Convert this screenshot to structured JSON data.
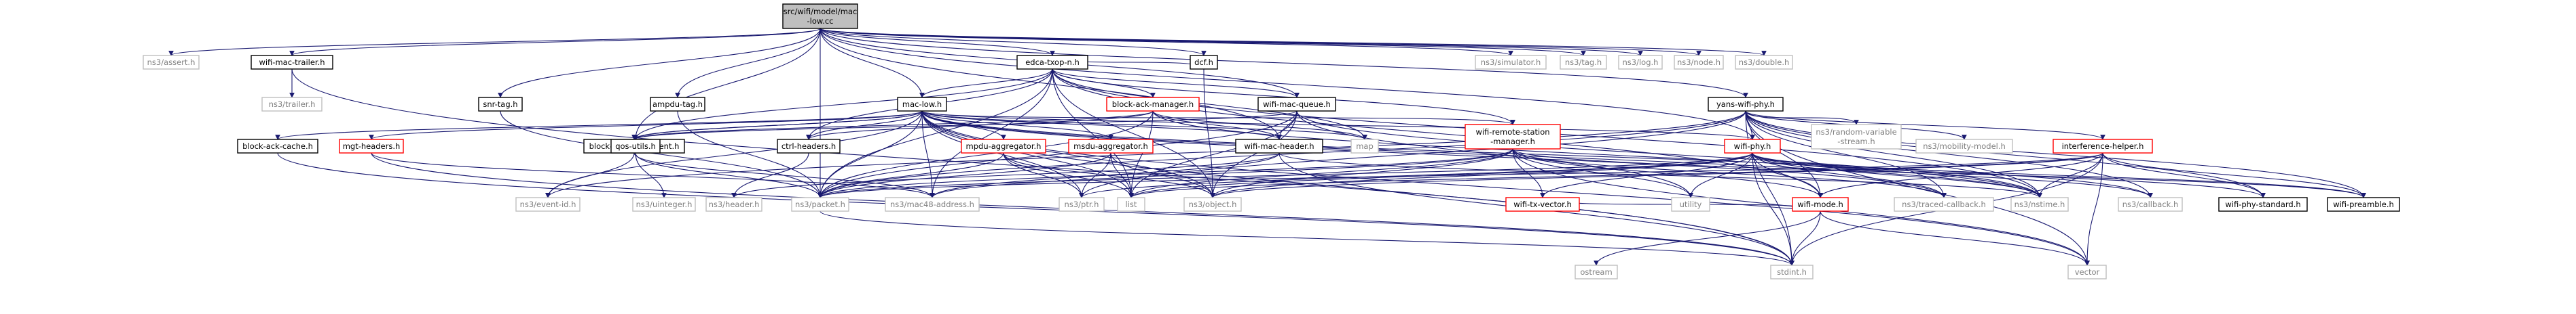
{
  "graph_title": "src/wifi/model/mac-low.cc",
  "colors": {
    "root_fill": "#bfbfbf",
    "root_border": "#000000",
    "documented_border": "#000000",
    "undocumented_border": "#bfbfbf",
    "undocumented_text": "#808080",
    "has_more_border": "#ff0000",
    "edge_color": "#191970"
  },
  "nodes": [
    {
      "id": "root",
      "lines": [
        "src/wifi/model/mac",
        "-low.cc"
      ],
      "kind": "root"
    },
    {
      "id": "ns3-assert",
      "lines": [
        "ns3/assert.h"
      ],
      "kind": "external"
    },
    {
      "id": "wifi-mac-trailer",
      "lines": [
        "wifi-mac-trailer.h"
      ],
      "kind": "documented"
    },
    {
      "id": "ns3-trailer",
      "lines": [
        "ns3/trailer.h"
      ],
      "kind": "external"
    },
    {
      "id": "snr-tag",
      "lines": [
        "snr-tag.h"
      ],
      "kind": "documented"
    },
    {
      "id": "ampdu-tag",
      "lines": [
        "ampdu-tag.h"
      ],
      "kind": "documented"
    },
    {
      "id": "edca-txop-n",
      "lines": [
        "edca-txop-n.h"
      ],
      "kind": "documented"
    },
    {
      "id": "mac-low",
      "lines": [
        "mac-low.h"
      ],
      "kind": "documented"
    },
    {
      "id": "block-ack-manager",
      "lines": [
        "block-ack-manager.h"
      ],
      "kind": "truncated"
    },
    {
      "id": "dcf",
      "lines": [
        "dcf.h"
      ],
      "kind": "documented"
    },
    {
      "id": "wifi-mac-queue",
      "lines": [
        "wifi-mac-queue.h"
      ],
      "kind": "documented"
    },
    {
      "id": "ns3-simulator",
      "lines": [
        "ns3/simulator.h"
      ],
      "kind": "external"
    },
    {
      "id": "ns3-tag",
      "lines": [
        "ns3/tag.h"
      ],
      "kind": "external"
    },
    {
      "id": "ns3-log",
      "lines": [
        "ns3/log.h"
      ],
      "kind": "external"
    },
    {
      "id": "ns3-node",
      "lines": [
        "ns3/node.h"
      ],
      "kind": "external"
    },
    {
      "id": "ns3-double",
      "lines": [
        "ns3/double.h"
      ],
      "kind": "external"
    },
    {
      "id": "yans-wifi-phy",
      "lines": [
        "yans-wifi-phy.h"
      ],
      "kind": "documented"
    },
    {
      "id": "block-ack-cache",
      "lines": [
        "block-ack-cache.h"
      ],
      "kind": "documented"
    },
    {
      "id": "mgt-headers",
      "lines": [
        "mgt-headers.h"
      ],
      "kind": "truncated"
    },
    {
      "id": "block-ack-agreement",
      "lines": [
        "block-ack-agreement.h"
      ],
      "kind": "documented"
    },
    {
      "id": "qos-utils",
      "lines": [
        "qos-utils.h"
      ],
      "kind": "documented"
    },
    {
      "id": "ctrl-headers",
      "lines": [
        "ctrl-headers.h"
      ],
      "kind": "documented"
    },
    {
      "id": "mpdu-aggregator",
      "lines": [
        "mpdu-aggregator.h"
      ],
      "kind": "truncated"
    },
    {
      "id": "msdu-aggregator",
      "lines": [
        "msdu-aggregator.h"
      ],
      "kind": "truncated"
    },
    {
      "id": "map",
      "lines": [
        "map"
      ],
      "kind": "external"
    },
    {
      "id": "wifi-mac-header",
      "lines": [
        "wifi-mac-header.h"
      ],
      "kind": "documented"
    },
    {
      "id": "wifi-remote-station-manager",
      "lines": [
        "wifi-remote-station",
        "-manager.h"
      ],
      "kind": "truncated"
    },
    {
      "id": "wifi-phy",
      "lines": [
        "wifi-phy.h"
      ],
      "kind": "truncated"
    },
    {
      "id": "ns3-random-variable-stream",
      "lines": [
        "ns3/random-variable",
        "-stream.h"
      ],
      "kind": "external"
    },
    {
      "id": "ns3-mobility-model",
      "lines": [
        "ns3/mobility-model.h"
      ],
      "kind": "external"
    },
    {
      "id": "interference-helper",
      "lines": [
        "interference-helper.h"
      ],
      "kind": "truncated"
    },
    {
      "id": "ns3-event-id",
      "lines": [
        "ns3/event-id.h"
      ],
      "kind": "external"
    },
    {
      "id": "ns3-uinteger",
      "lines": [
        "ns3/uinteger.h"
      ],
      "kind": "external"
    },
    {
      "id": "ns3-header",
      "lines": [
        "ns3/header.h"
      ],
      "kind": "external"
    },
    {
      "id": "ns3-packet",
      "lines": [
        "ns3/packet.h"
      ],
      "kind": "external"
    },
    {
      "id": "ns3-mac48-address",
      "lines": [
        "ns3/mac48-address.h"
      ],
      "kind": "external"
    },
    {
      "id": "ns3-ptr",
      "lines": [
        "ns3/ptr.h"
      ],
      "kind": "external"
    },
    {
      "id": "list",
      "lines": [
        "list"
      ],
      "kind": "external"
    },
    {
      "id": "ns3-object",
      "lines": [
        "ns3/object.h"
      ],
      "kind": "external"
    },
    {
      "id": "wifi-tx-vector",
      "lines": [
        "wifi-tx-vector.h"
      ],
      "kind": "truncated"
    },
    {
      "id": "utility",
      "lines": [
        "utility"
      ],
      "kind": "external"
    },
    {
      "id": "wifi-mode",
      "lines": [
        "wifi-mode.h"
      ],
      "kind": "truncated"
    },
    {
      "id": "ns3-traced-callback",
      "lines": [
        "ns3/traced-callback.h"
      ],
      "kind": "external"
    },
    {
      "id": "ns3-nstime",
      "lines": [
        "ns3/nstime.h"
      ],
      "kind": "external"
    },
    {
      "id": "ns3-callback",
      "lines": [
        "ns3/callback.h"
      ],
      "kind": "external"
    },
    {
      "id": "wifi-phy-standard",
      "lines": [
        "wifi-phy-standard.h"
      ],
      "kind": "documented"
    },
    {
      "id": "wifi-preamble",
      "lines": [
        "wifi-preamble.h"
      ],
      "kind": "documented"
    },
    {
      "id": "ostream",
      "lines": [
        "ostream"
      ],
      "kind": "external"
    },
    {
      "id": "stdint",
      "lines": [
        "stdint.h"
      ],
      "kind": "external"
    },
    {
      "id": "vector",
      "lines": [
        "vector"
      ],
      "kind": "external"
    }
  ],
  "edges": [
    [
      "root",
      "ns3-assert"
    ],
    [
      "root",
      "wifi-mac-trailer"
    ],
    [
      "root",
      "snr-tag"
    ],
    [
      "root",
      "ampdu-tag"
    ],
    [
      "root",
      "edca-txop-n"
    ],
    [
      "root",
      "mac-low"
    ],
    [
      "root",
      "dcf"
    ],
    [
      "root",
      "wifi-mac-queue"
    ],
    [
      "root",
      "ns3-simulator"
    ],
    [
      "root",
      "ns3-tag"
    ],
    [
      "root",
      "ns3-log"
    ],
    [
      "root",
      "ns3-node"
    ],
    [
      "root",
      "ns3-double"
    ],
    [
      "root",
      "yans-wifi-phy"
    ],
    [
      "root",
      "qos-utils"
    ],
    [
      "root",
      "ns3-packet"
    ],
    [
      "root",
      "wifi-mac-header"
    ],
    [
      "root",
      "wifi-phy"
    ],
    [
      "wifi-mac-trailer",
      "ns3-trailer"
    ],
    [
      "wifi-mac-trailer",
      "stdint"
    ],
    [
      "snr-tag",
      "ns3-packet"
    ],
    [
      "ampdu-tag",
      "ns3-packet"
    ],
    [
      "edca-txop-n",
      "mac-low"
    ],
    [
      "edca-txop-n",
      "block-ack-manager"
    ],
    [
      "edca-txop-n",
      "dcf"
    ],
    [
      "edca-txop-n",
      "wifi-mac-queue"
    ],
    [
      "edca-txop-n",
      "qos-utils"
    ],
    [
      "edca-txop-n",
      "ctrl-headers"
    ],
    [
      "edca-txop-n",
      "map"
    ],
    [
      "edca-txop-n",
      "list"
    ],
    [
      "edca-txop-n",
      "ns3-object"
    ],
    [
      "edca-txop-n",
      "wifi-mode"
    ],
    [
      "edca-txop-n",
      "ns3-packet"
    ],
    [
      "edca-txop-n",
      "ns3-mac48-address"
    ],
    [
      "edca-txop-n",
      "wifi-remote-station-manager"
    ],
    [
      "edca-txop-n",
      "ns3-nstime"
    ],
    [
      "mac-low",
      "block-ack-cache"
    ],
    [
      "mac-low",
      "mgt-headers"
    ],
    [
      "mac-low",
      "block-ack-agreement"
    ],
    [
      "mac-low",
      "qos-utils"
    ],
    [
      "mac-low",
      "ctrl-headers"
    ],
    [
      "mac-low",
      "mpdu-aggregator"
    ],
    [
      "mac-low",
      "msdu-aggregator"
    ],
    [
      "mac-low",
      "map"
    ],
    [
      "mac-low",
      "wifi-mac-header"
    ],
    [
      "mac-low",
      "wifi-remote-station-manager"
    ],
    [
      "mac-low",
      "wifi-phy"
    ],
    [
      "mac-low",
      "ns3-event-id"
    ],
    [
      "mac-low",
      "ns3-packet"
    ],
    [
      "mac-low",
      "ns3-mac48-address"
    ],
    [
      "mac-low",
      "ns3-nstime"
    ],
    [
      "mac-low",
      "list"
    ],
    [
      "mac-low",
      "ns3-object"
    ],
    [
      "mac-low",
      "ns3-callback"
    ],
    [
      "mac-low",
      "ns3-traced-callback"
    ],
    [
      "mac-low",
      "vector"
    ],
    [
      "mac-low",
      "stdint"
    ],
    [
      "mac-low",
      "ns3-ptr"
    ],
    [
      "block-ack-manager",
      "map"
    ],
    [
      "block-ack-manager",
      "list"
    ],
    [
      "block-ack-manager",
      "ctrl-headers"
    ],
    [
      "block-ack-manager",
      "wifi-mac-header"
    ],
    [
      "block-ack-manager",
      "ns3-packet"
    ],
    [
      "block-ack-manager",
      "qos-utils"
    ],
    [
      "block-ack-manager",
      "ns3-nstime"
    ],
    [
      "dcf",
      "ns3-object"
    ],
    [
      "wifi-mac-queue",
      "wifi-mac-header"
    ],
    [
      "wifi-mac-queue",
      "list"
    ],
    [
      "wifi-mac-queue",
      "ns3-object"
    ],
    [
      "wifi-mac-queue",
      "ns3-packet"
    ],
    [
      "wifi-mac-queue",
      "ns3-nstime"
    ],
    [
      "wifi-mac-queue",
      "qos-utils"
    ],
    [
      "wifi-mac-queue",
      "utility"
    ],
    [
      "yans-wifi-phy",
      "wifi-phy"
    ],
    [
      "yans-wifi-phy",
      "ns3-random-variable-stream"
    ],
    [
      "yans-wifi-phy",
      "ns3-mobility-model"
    ],
    [
      "yans-wifi-phy",
      "interference-helper"
    ],
    [
      "yans-wifi-phy",
      "wifi-mode"
    ],
    [
      "yans-wifi-phy",
      "wifi-preamble"
    ],
    [
      "yans-wifi-phy",
      "wifi-phy-standard"
    ],
    [
      "yans-wifi-phy",
      "ns3-event-id"
    ],
    [
      "yans-wifi-phy",
      "ns3-traced-callback"
    ],
    [
      "yans-wifi-phy",
      "ns3-nstime"
    ],
    [
      "yans-wifi-phy",
      "ns3-packet"
    ],
    [
      "yans-wifi-phy",
      "ns3-callback"
    ],
    [
      "yans-wifi-phy",
      "vector"
    ],
    [
      "yans-wifi-phy",
      "stdint"
    ],
    [
      "yans-wifi-phy",
      "ns3-ptr"
    ],
    [
      "block-ack-cache",
      "stdint"
    ],
    [
      "mgt-headers",
      "ns3-mac48-address"
    ],
    [
      "mgt-headers",
      "stdint"
    ],
    [
      "block-ack-agreement",
      "ns3-mac48-address"
    ],
    [
      "block-ack-agreement",
      "ns3-event-id"
    ],
    [
      "qos-utils",
      "ns3-uinteger"
    ],
    [
      "qos-utils",
      "ns3-packet"
    ],
    [
      "ctrl-headers",
      "ns3-header"
    ],
    [
      "mpdu-aggregator",
      "ns3-ptr"
    ],
    [
      "mpdu-aggregator",
      "ns3-packet"
    ],
    [
      "mpdu-aggregator",
      "ns3-object"
    ],
    [
      "mpdu-aggregator",
      "list"
    ],
    [
      "msdu-aggregator",
      "ns3-ptr"
    ],
    [
      "msdu-aggregator",
      "ns3-packet"
    ],
    [
      "msdu-aggregator",
      "ns3-object"
    ],
    [
      "msdu-aggregator",
      "list"
    ],
    [
      "wifi-mac-header",
      "ns3-header"
    ],
    [
      "wifi-mac-header",
      "ns3-mac48-address"
    ],
    [
      "wifi-mac-header",
      "stdint"
    ],
    [
      "wifi-mac-header",
      "ns3-nstime"
    ],
    [
      "wifi-remote-station-manager",
      "ns3-mac48-address"
    ],
    [
      "wifi-remote-station-manager",
      "ns3-packet"
    ],
    [
      "wifi-remote-station-manager",
      "ns3-object"
    ],
    [
      "wifi-remote-station-manager",
      "utility"
    ],
    [
      "wifi-remote-station-manager",
      "wifi-mode"
    ],
    [
      "wifi-remote-station-manager",
      "wifi-tx-vector"
    ],
    [
      "wifi-remote-station-manager",
      "ns3-traced-callback"
    ],
    [
      "wifi-remote-station-manager",
      "vector"
    ],
    [
      "wifi-remote-station-manager",
      "list"
    ],
    [
      "wifi-remote-station-manager",
      "wifi-preamble"
    ],
    [
      "wifi-phy",
      "stdint"
    ],
    [
      "wifi-phy",
      "ns3-callback"
    ],
    [
      "wifi-phy",
      "ns3-packet"
    ],
    [
      "wifi-phy",
      "ns3-object"
    ],
    [
      "wifi-phy",
      "ns3-nstime"
    ],
    [
      "wifi-phy",
      "ns3-ptr"
    ],
    [
      "wifi-phy",
      "wifi-mode"
    ],
    [
      "wifi-phy",
      "wifi-preamble"
    ],
    [
      "wifi-phy",
      "wifi-phy-standard"
    ],
    [
      "wifi-phy",
      "ns3-traced-callback"
    ],
    [
      "wifi-phy",
      "wifi-tx-vector"
    ],
    [
      "wifi-phy",
      "utility"
    ],
    [
      "wifi-phy",
      "list"
    ],
    [
      "interference-helper",
      "stdint"
    ],
    [
      "interference-helper",
      "vector"
    ],
    [
      "interference-helper",
      "list"
    ],
    [
      "interference-helper",
      "wifi-mode"
    ],
    [
      "interference-helper",
      "wifi-preamble"
    ],
    [
      "interference-helper",
      "wifi-phy-standard"
    ],
    [
      "interference-helper",
      "ns3-nstime"
    ],
    [
      "interference-helper",
      "ns3-packet"
    ],
    [
      "interference-helper",
      "ns3-object"
    ],
    [
      "ns3-packet",
      "stdint"
    ],
    [
      "wifi-tx-vector",
      "wifi-mode"
    ],
    [
      "wifi-mode",
      "stdint"
    ],
    [
      "wifi-mode",
      "ostream"
    ],
    [
      "wifi-mode",
      "vector"
    ]
  ]
}
